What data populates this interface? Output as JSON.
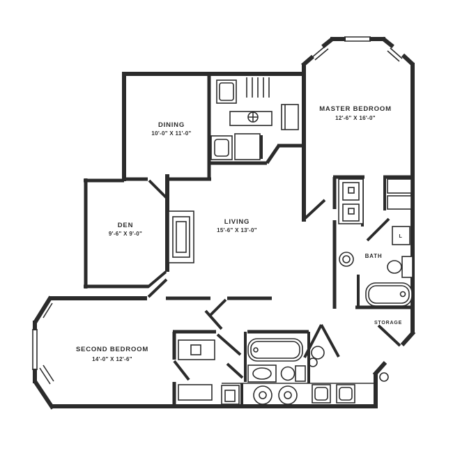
{
  "drawing": {
    "title": "Two bedroom apartment floor plan",
    "ink": "#2b2b2b",
    "background": "#ffffff"
  },
  "rooms": {
    "dining": {
      "label": "DINING",
      "dims": "10'-0\" X 11'-0\""
    },
    "den": {
      "label": "DEN",
      "dims": "9'-6\" X 9'-0\""
    },
    "living": {
      "label": "LIVING",
      "dims": "15'-6\" X 13'-0\""
    },
    "master_bedroom": {
      "label": "MASTER BEDROOM",
      "dims": "12'-6\" X 16'-0\""
    },
    "second_bedroom": {
      "label": "SECOND BEDROOM",
      "dims": "14'-0\" X 12'-6\""
    },
    "bath": {
      "label": "BATH"
    },
    "storage": {
      "label": "STORAGE"
    },
    "linen": {
      "label": "L"
    }
  }
}
